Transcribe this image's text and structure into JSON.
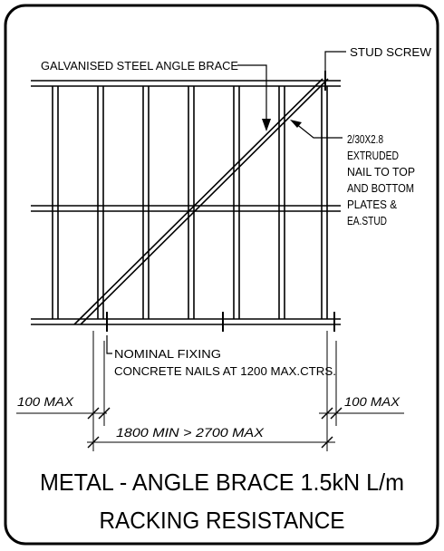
{
  "labels": {
    "brace": "GALVANISED STEEL ANGLE BRACE",
    "stud_screw": "STUD SCREW",
    "nail_lines": [
      "2/30X2.8",
      "EXTRUDED",
      "NAIL TO TOP",
      "AND BOTTOM",
      "PLATES &",
      "EA.STUD"
    ],
    "fixing_line1": "NOMINAL FIXING",
    "fixing_line2": "CONCRETE NAILS AT 1200 MAX.CTRS.",
    "max_left": "100 MAX",
    "max_right": "100 MAX",
    "span": "1800 MIN > 2700 MAX"
  },
  "title": {
    "line1": "METAL - ANGLE BRACE 1.5kN L/m",
    "line2": "RACKING RESISTANCE"
  }
}
